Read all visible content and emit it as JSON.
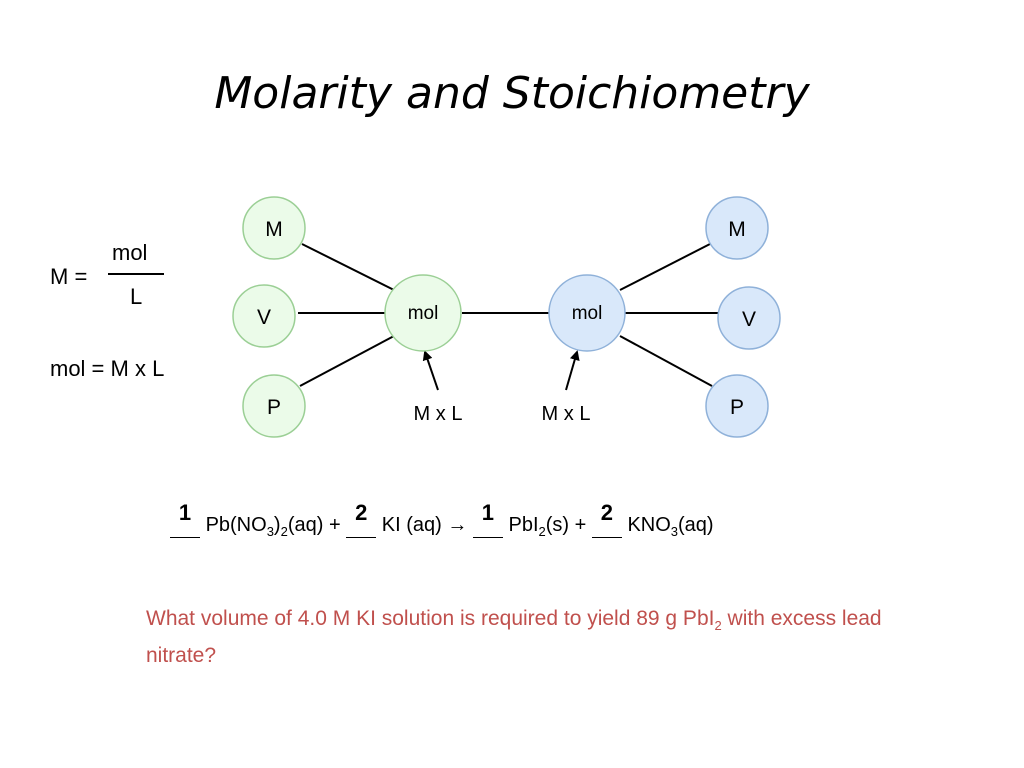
{
  "title": "Molarity and Stoichiometry",
  "formula": {
    "lhs": "M =",
    "numerator": "mol",
    "denominator": "L",
    "rearranged": "mol = M x L"
  },
  "diagram": {
    "left_nodes": [
      "M",
      "V",
      "P"
    ],
    "left_center": "mol",
    "right_center": "mol",
    "right_nodes": [
      "M",
      "V",
      "P"
    ],
    "left_arrow_label": "M x L",
    "right_arrow_label": "M x L",
    "colors": {
      "left_fill": "#ebfbe9",
      "left_stroke": "#9bcf95",
      "right_fill": "#d9e8fa",
      "right_stroke": "#8fb1d9",
      "line": "#000000"
    }
  },
  "equation": {
    "coef1": "1",
    "coef2": "2",
    "coef3": "1",
    "coef4": "2",
    "t1": "Pb(NO",
    "t1_sub1": "3",
    "t1_mid": ")",
    "t1_sub2": "2",
    "t1_end": "(aq) +",
    "t2": "KI (aq)",
    "arrow": "→",
    "t3": "PbI",
    "t3_sub": "2",
    "t3_end": "(s) +",
    "t4": "KNO",
    "t4_sub": "3",
    "t4_end": "(aq)"
  },
  "question": {
    "part1": "What volume of 4.0 M KI solution is required to yield 89 g PbI",
    "sub": "2",
    "part2": " with excess lead nitrate?",
    "color": "#c0504d"
  }
}
